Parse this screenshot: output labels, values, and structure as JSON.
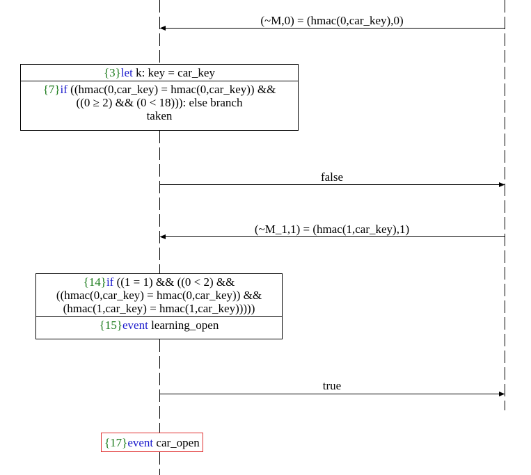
{
  "colors": {
    "line": "#000000",
    "event_number": "#1a7a1a",
    "keyword": "#1a1acc",
    "final_event_border": "#e03030"
  },
  "messages": [
    {
      "label": "(~M,0) = (hmac(0,car_key),0)",
      "direction": "right-to-left"
    },
    {
      "label": "false",
      "direction": "left-to-right"
    },
    {
      "label": "(~M_1,1) = (hmac(1,car_key),1)",
      "direction": "right-to-left"
    },
    {
      "label": "true",
      "direction": "left-to-right"
    }
  ],
  "box1": {
    "sec1": {
      "num": "{3}",
      "kw": "let",
      "text": " k: key = car_key"
    },
    "sec2": {
      "num": "{7}",
      "kw": "if",
      "line1": " ((hmac(0,car_key) = hmac(0,car_key)) &&",
      "line2": "((0 ≥ 2) && (0 < 18))): else branch",
      "line3": "taken"
    }
  },
  "box2": {
    "sec1": {
      "num": "{14}",
      "kw": "if",
      "line1": " ((1 = 1) && ((0 < 2) &&",
      "line2": "((hmac(0,car_key) = hmac(0,car_key)) &&",
      "line3": "(hmac(1,car_key) = hmac(1,car_key)))))"
    },
    "sec2": {
      "num": "{15}",
      "kw": "event",
      "text": " learning_open"
    }
  },
  "final_event": {
    "num": "{17}",
    "kw": "event",
    "text": " car_open"
  }
}
